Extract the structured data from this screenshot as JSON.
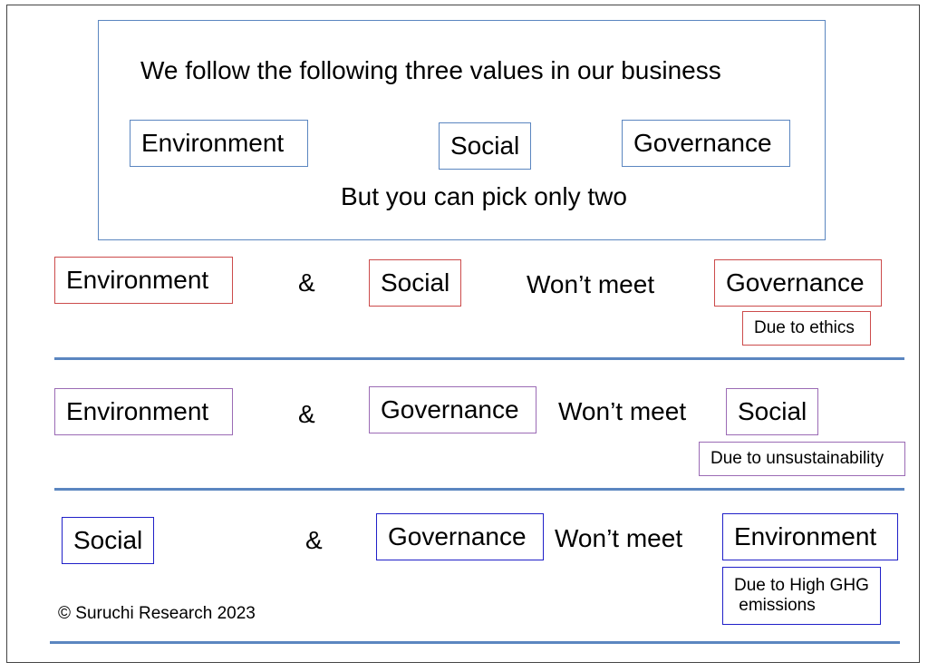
{
  "header": {
    "title": "We follow the following three values in our business",
    "values": [
      "Environment",
      "Social",
      "Governance"
    ],
    "subtitle": "But you can pick  only two"
  },
  "rows": [
    {
      "pick_a": "Environment",
      "connector": "&",
      "pick_b": "Social",
      "verb": "Won’t meet",
      "missed": "Governance",
      "reason": "Due to ethics",
      "color": "#cc4b4b"
    },
    {
      "pick_a": "Environment",
      "connector": "&",
      "pick_b": "Governance",
      "verb": "Won’t meet",
      "missed": "Social",
      "reason": "Due to unsustainability",
      "color": "#9b6bb5"
    },
    {
      "pick_a": "Social",
      "connector": "&",
      "pick_b": "Governance",
      "verb": "Won’t meet",
      "missed": "Environment",
      "reason_line1": "Due to High GHG",
      "reason_line2": " emissions",
      "color": "#2020c8"
    }
  ],
  "footer": {
    "copyright": "© Suruchi Research 2023"
  },
  "colors": {
    "divider": "#5b86c0",
    "header_border": "#5b86c0"
  }
}
